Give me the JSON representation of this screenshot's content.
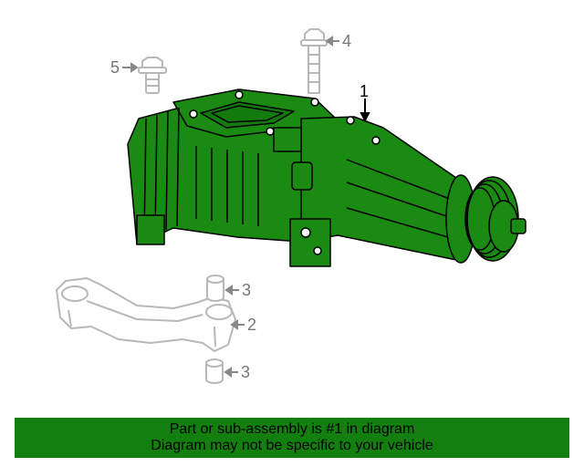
{
  "diagram": {
    "callouts": {
      "c1": "1",
      "c2": "2",
      "c3a": "3",
      "c3b": "3",
      "c4": "4",
      "c5": "5"
    },
    "colors": {
      "highlight": "#1a8a12",
      "outline": "#000000",
      "ghost": "#b8b8b8"
    }
  },
  "banner": {
    "line1": "Part or sub-assembly is #1 in diagram",
    "line2": "Diagram may not be specific to your vehicle",
    "color": "#137f0f"
  }
}
